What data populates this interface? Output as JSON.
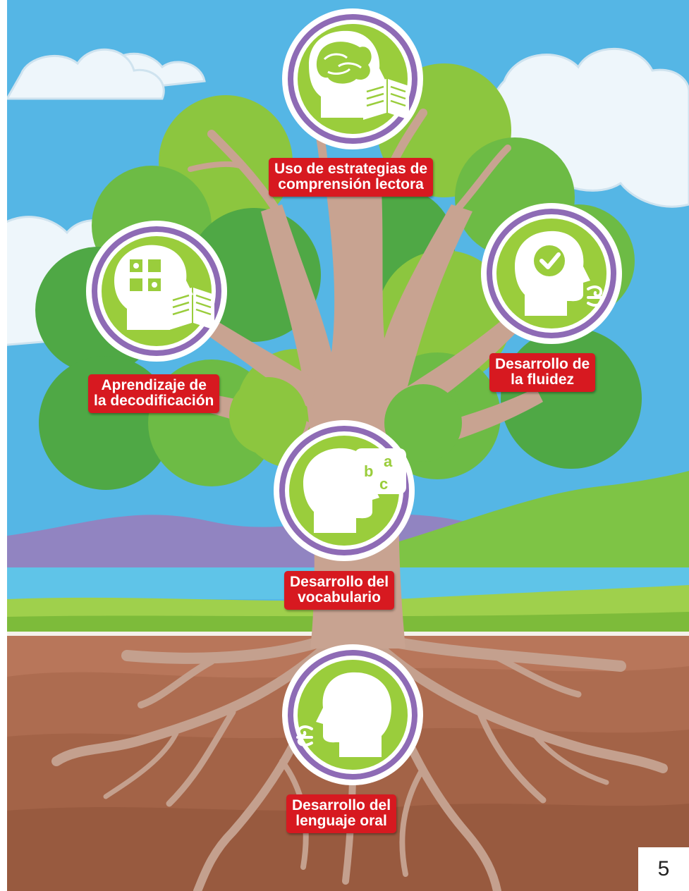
{
  "nodes": [
    {
      "id": "comprension",
      "icon": "head-brain-book-icon",
      "label_lines": [
        "Uso de estrategias de",
        "comprensión lectora"
      ]
    },
    {
      "id": "decodificacion",
      "icon": "head-puzzle-book-icon",
      "label_lines": [
        "Aprendizaje de",
        "la decodificación"
      ]
    },
    {
      "id": "fluidez",
      "icon": "head-checkmark-breath-icon",
      "label_lines": [
        "Desarrollo de",
        "la fluidez"
      ]
    },
    {
      "id": "vocabulario",
      "icon": "head-abc-speech-icon",
      "label_lines": [
        "Desarrollo del",
        "vocabulario"
      ]
    },
    {
      "id": "lenguaje-oral",
      "icon": "head-breath-icon",
      "label_lines": [
        "Desarrollo del",
        "lenguaje oral"
      ]
    }
  ],
  "page_number": "5",
  "colors": {
    "sky": "#4fb3e3",
    "cloud": "#eef6fb",
    "leaf_light": "#8cc63f",
    "leaf_mid": "#6dbb45",
    "leaf_dark": "#4fa845",
    "trunk": "#c8a391",
    "soil": "#b27154",
    "label_red": "#d71920",
    "ring_purple": "#8e6bb5",
    "icon_green": "#9acd3c"
  }
}
